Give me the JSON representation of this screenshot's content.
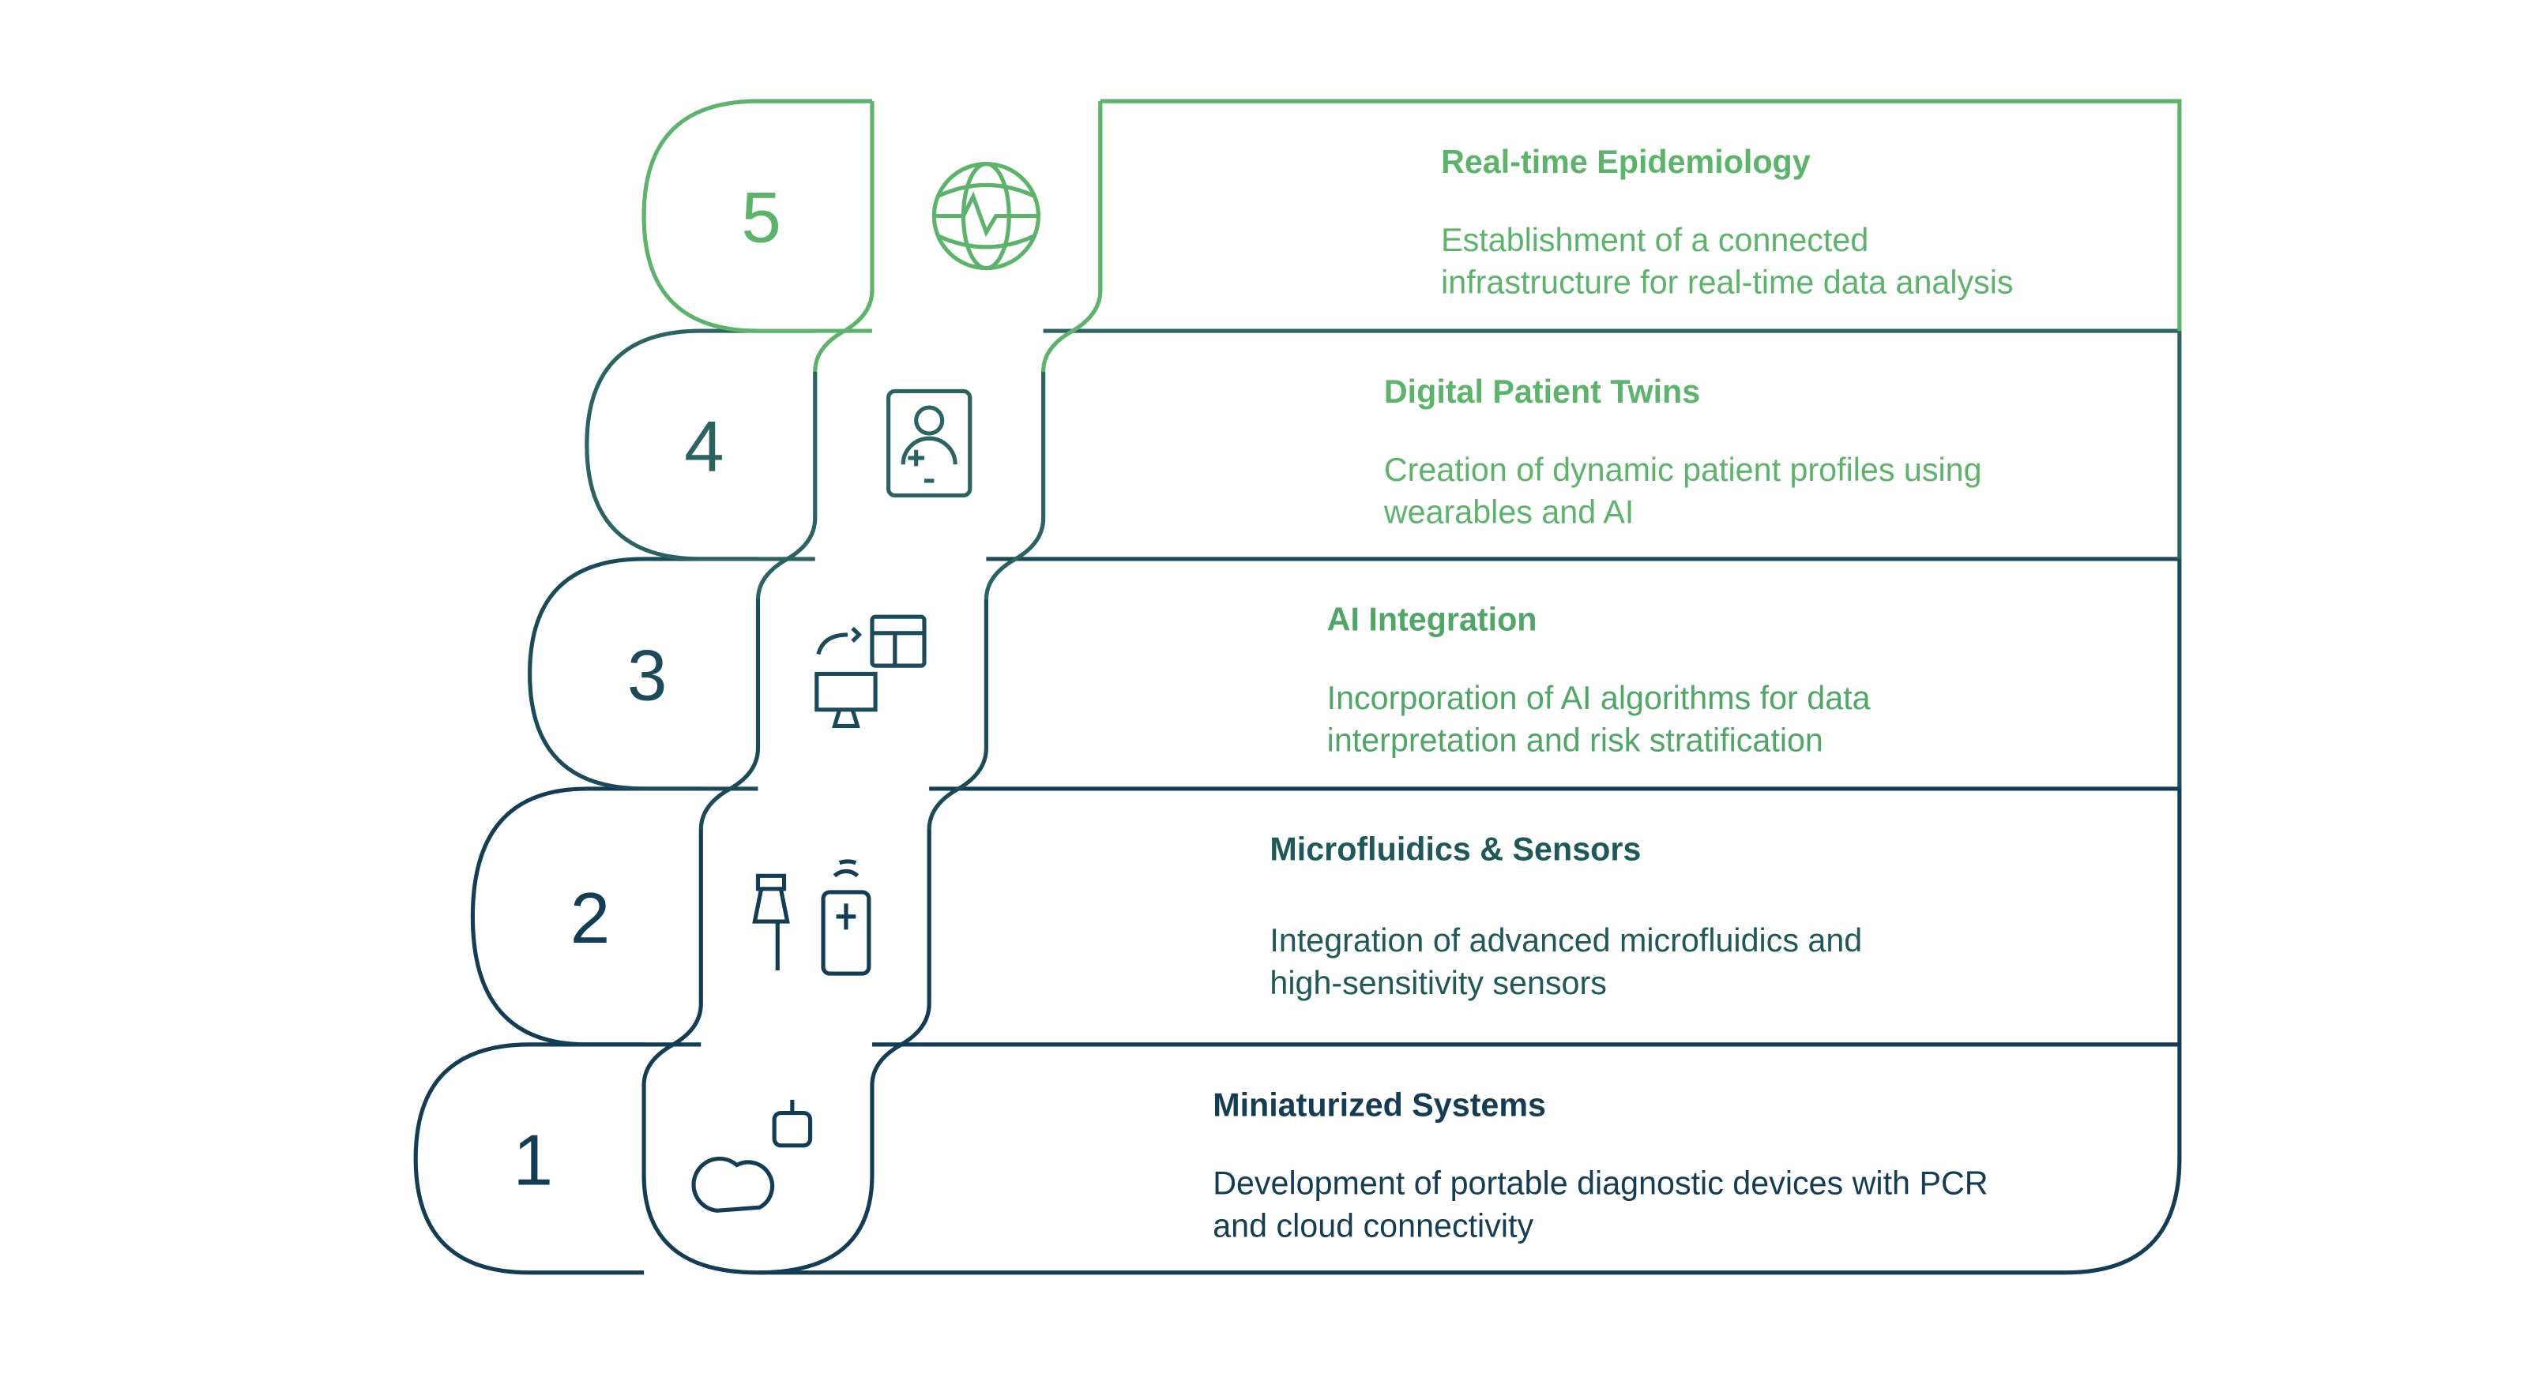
{
  "colors": {
    "dark": "#133c55",
    "mid": "#2f6e63",
    "green": "#5cb46b"
  },
  "steps": [
    {
      "number": "1",
      "icon": "cloud-robot-icon",
      "title": "Miniaturized Systems",
      "body": [
        "Development of portable diagnostic devices with PCR",
        "and cloud connectivity"
      ],
      "color": "#133c55",
      "text_color": "#133c55"
    },
    {
      "number": "2",
      "icon": "lab-device-phone-icon",
      "title": "Microfluidics & Sensors",
      "body": [
        "Integration of advanced microfluidics and",
        "high-sensitivity sensors"
      ],
      "color": "#133c55",
      "text_color": "#1f5858"
    },
    {
      "number": "3",
      "icon": "computer-data-sync-icon",
      "title": "AI Integration",
      "body": [
        "Incorporation of AI algorithms for data",
        "interpretation and risk stratification"
      ],
      "color": "#1b4a5a",
      "text_color": "#4fa766"
    },
    {
      "number": "4",
      "icon": "patient-profile-icon",
      "title": "Digital Patient Twins",
      "body": [
        "Creation of dynamic patient profiles using",
        "wearables and AI"
      ],
      "color": "#2a6362",
      "text_color": "#5cb46b"
    },
    {
      "number": "5",
      "icon": "globe-heartbeat-icon",
      "title": "Real-time Epidemiology",
      "body": [
        "Establishment of a connected",
        "infrastructure for real-time data analysis"
      ],
      "color": "#5cb46b",
      "text_color": "#5cb46b"
    }
  ]
}
